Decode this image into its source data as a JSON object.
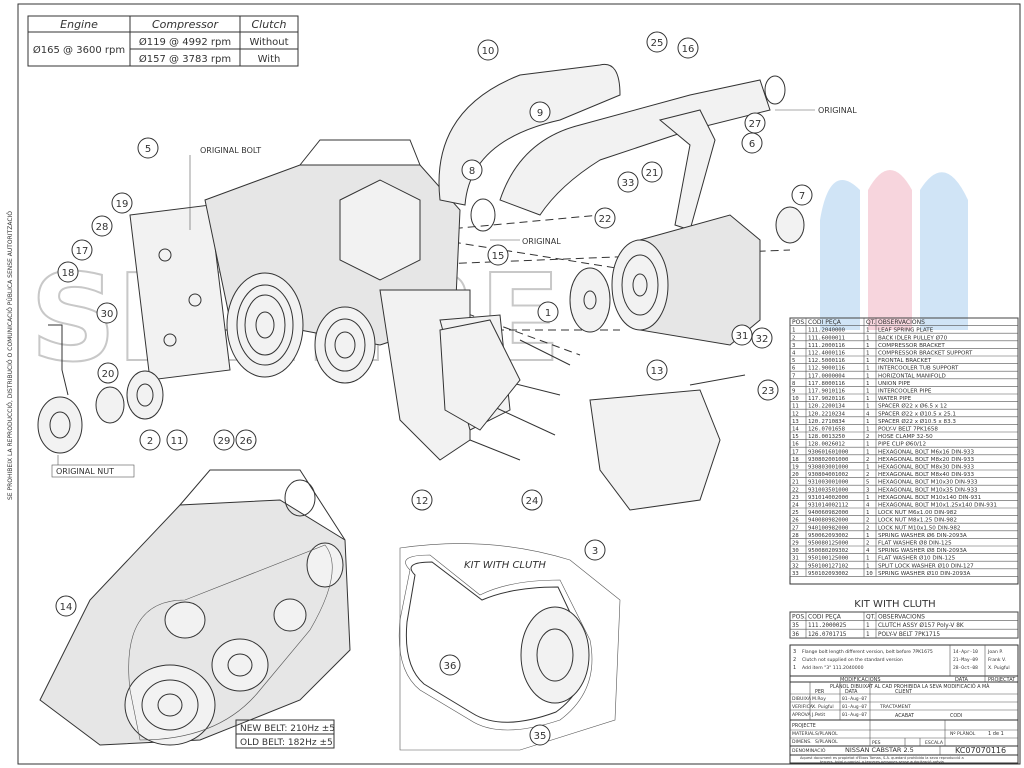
{
  "spec_table": {
    "headers": [
      "Engine",
      "Compressor",
      "Clutch"
    ],
    "engine": "Ø165 @ 3600 rpm",
    "rows": [
      {
        "compressor": "Ø119 @ 4992 rpm",
        "clutch": "Without"
      },
      {
        "compressor": "Ø157 @ 3783 rpm",
        "clutch": "With"
      }
    ]
  },
  "callout_notes": {
    "original_bolt": "ORIGINAL BOLT",
    "original_top": "ORIGINAL",
    "original_mid": "ORIGINAL",
    "original_nut": "ORIGINAL NUT"
  },
  "side_note": "SE PROHIBEIX LA REPRODUCCIÓ, DISTRIBUCIÓ O COMUNICACIÓ PÚBLICA SENSE AUTORITZACIÓ",
  "watermark": "SPHERE",
  "kit_label": "KIT WITH CLUTH",
  "belt_notes": [
    "NEW BELT: 210Hz ±5",
    "OLD BELT: 182Hz ±5"
  ],
  "balloons": [
    "1",
    "2",
    "3",
    "5",
    "6",
    "7",
    "8",
    "9",
    "10",
    "11",
    "12",
    "13",
    "14",
    "15",
    "16",
    "17",
    "18",
    "19",
    "20",
    "21",
    "22",
    "23",
    "24",
    "25",
    "26",
    "27",
    "28",
    "29",
    "30",
    "31",
    "32",
    "33",
    "35",
    "36"
  ],
  "bom": {
    "headers": [
      "POS.",
      "CODI PEÇA",
      "QT.",
      "OBSERVACIONS"
    ],
    "rows": [
      [
        "1",
        "111.2040000",
        "1",
        "LEAF SPRING PLATE"
      ],
      [
        "2",
        "111.6000011",
        "1",
        "BACK IDLER PULLEY Ø70"
      ],
      [
        "3",
        "111.2000116",
        "1",
        "COMPRESSOR BRACKET"
      ],
      [
        "4",
        "112.4000116",
        "1",
        "COMPRESSOR BRACKET SUPPORT"
      ],
      [
        "5",
        "112.5000116",
        "1",
        "FRONTAL BRACKET"
      ],
      [
        "6",
        "112.9000116",
        "1",
        "INTERCOOLER TUB SUPPORT"
      ],
      [
        "7",
        "117.0000004",
        "1",
        "HORIZONTAL MANIFOLD"
      ],
      [
        "8",
        "117.8000116",
        "1",
        "UNION PIPE"
      ],
      [
        "9",
        "117.9010116",
        "1",
        "INTERCOOLER PIPE"
      ],
      [
        "10",
        "117.9020116",
        "1",
        "WATER PIPE"
      ],
      [
        "11",
        "120.2200134",
        "1",
        "SPACER Ø22 x Ø6.5 x 12"
      ],
      [
        "12",
        "120.2210234",
        "4",
        "SPACER Ø22 x Ø10.5 x 25.1"
      ],
      [
        "13",
        "120.2710834",
        "1",
        "SPACER Ø22 x Ø10.5 x 83.3"
      ],
      [
        "14",
        "126.0701658",
        "1",
        "POLY-V BELT 7PK1658"
      ],
      [
        "15",
        "128.0013250",
        "2",
        "HOSE CLAMP 32-50"
      ],
      [
        "16",
        "128.0026012",
        "1",
        "PIPE CLIP Ø60/12"
      ],
      [
        "17",
        "930601601000",
        "1",
        "HEXAGONAL BOLT M6x16 DIN-933"
      ],
      [
        "18",
        "930802001000",
        "2",
        "HEXAGONAL BOLT M8x20 DIN-933"
      ],
      [
        "19",
        "930803001000",
        "1",
        "HEXAGONAL BOLT M8x30 DIN-933"
      ],
      [
        "20",
        "930804001002",
        "2",
        "HEXAGONAL BOLT M8x40 DIN-933"
      ],
      [
        "21",
        "931003001000",
        "5",
        "HEXAGONAL BOLT M10x30 DIN-933"
      ],
      [
        "22",
        "931003501000",
        "3",
        "HEXAGONAL BOLT M10x35 DIN-933"
      ],
      [
        "23",
        "931014002000",
        "1",
        "HEXAGONAL BOLT M10x140 DIN-931"
      ],
      [
        "24",
        "931014002112",
        "4",
        "HEXAGONAL BOLT M10x1.25x140 DIN-931"
      ],
      [
        "25",
        "940060982000",
        "1",
        "LOCK NUT M6x1.00 DIN-982"
      ],
      [
        "26",
        "940080982000",
        "2",
        "LOCK NUT M8x1.25 DIN-982"
      ],
      [
        "27",
        "940100982000",
        "2",
        "LOCK NUT M10x1.50 DIN-982"
      ],
      [
        "28",
        "950062093002",
        "1",
        "SPRING WASHER Ø6 DIN-2093A"
      ],
      [
        "29",
        "950080125000",
        "2",
        "FLAT WASHER Ø8 DIN-125"
      ],
      [
        "30",
        "950080209302",
        "4",
        "SPRING WASHER Ø8 DIN-2093A"
      ],
      [
        "31",
        "950100125000",
        "1",
        "FLAT WASHER Ø10 DIN-125"
      ],
      [
        "32",
        "950100127102",
        "1",
        "SPLIT LOCK WASHER Ø10 DIN-127"
      ],
      [
        "33",
        "950102093002",
        "10",
        "SPRING WASHER Ø10 DIN-2093A"
      ]
    ]
  },
  "kit_table": {
    "title": "KIT WITH CLUTH",
    "headers": [
      "POS.",
      "CODI PEÇA",
      "QT.",
      "OBSERVACIONS"
    ],
    "rows": [
      [
        "35",
        "111.2000025",
        "1",
        "CLUTCH ASSY Ø157 Poly-V 8K"
      ],
      [
        "36",
        "126.0701715",
        "1",
        "POLY-V BELT 7PK1715"
      ]
    ]
  },
  "revisions": {
    "rows": [
      [
        "3",
        "Flange bolt length different version, belt before 7PK1675",
        "14-Apr-10",
        "Joan P."
      ],
      [
        "2",
        "Clutch not supplied on the standard version",
        "21-May-09",
        "Frank V."
      ],
      [
        "1",
        "Add item \"3\" 111.2040000",
        "28-Oct-08",
        "X. Puigful"
      ]
    ],
    "header": "MODIFICACIONS",
    "col_date": "DATA",
    "col_proj": "PROJECTAT"
  },
  "title_block": {
    "notice": "PLÀNOL DIBUIXAT AL CAD PROHIBIDA LA SEVA MODIFICACIÓ A MÀ",
    "per_label": "PER",
    "data_label": "DATA",
    "client_label": "CLIENT",
    "dibuixa_label": "DIBUIXA",
    "dibuixa_by": "M.Roy",
    "dibuixa_date": "01-Aug-07",
    "verifica_label": "VERIFICA",
    "verifica_by": "X. Puigful",
    "verifica_date": "01-Aug-07",
    "aprova_label": "APROVA",
    "aprova_by": "J.Petit",
    "aprova_date": "01-Aug-07",
    "tractament_label": "TRACTAMENT",
    "projecte_label": "PROJECTE",
    "acabat_label": "ACABAT",
    "codi_label": "CODI",
    "material_label": "MATERIAL",
    "material": "S/PLANOL",
    "dimens_label": "DIMENS.",
    "dimens": "S/PLANOL",
    "pes_label": "PES",
    "escala_label": "ESCALA",
    "plano_label": "Nº PLÀNOL",
    "sheet": "1 de 1",
    "denominacio_label": "DENOMINACIÓ",
    "denominacio": "NISSAN CABSTAR 2.5",
    "code": "KC07070116",
    "footer1": "Aquest document es propietat d'Eixos Tomas, S.A. quedant prohibida la seva reproducció a",
    "footer2": "tercers, total o parcial, a terceres persones sense autorització prèvia."
  }
}
